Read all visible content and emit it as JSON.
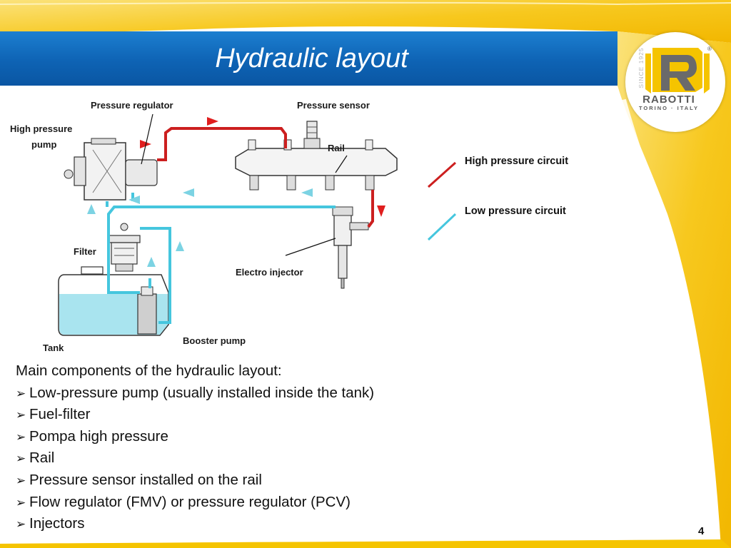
{
  "slide": {
    "title": "Hydraulic layout",
    "page_number": "4"
  },
  "logo": {
    "name": "RABOTTI",
    "subtitle": "TORINO · ITALY",
    "since": "SINCE 1925",
    "registered": "®"
  },
  "colors": {
    "banner_blue": "#0e63b4",
    "accent_yellow": "#f5c400",
    "high_pressure": "#cc1f1f",
    "low_pressure": "#45c6de"
  },
  "diagram": {
    "labels": {
      "high_pressure_pump_line1": "High pressure",
      "high_pressure_pump_line2": "pump",
      "pressure_regulator": "Pressure regulator",
      "pressure_sensor": "Pressure sensor",
      "rail": "Rail",
      "filter": "Filter",
      "electro_injector": "Electro injector",
      "tank": "Tank",
      "booster_pump": "Booster pump"
    },
    "legend": {
      "high_pressure_circuit": "High pressure circuit",
      "low_pressure_circuit": "Low pressure circuit"
    }
  },
  "components": {
    "heading": "Main components of the hydraulic layout:",
    "items": [
      "Low-pressure pump (usually installed inside the tank)",
      "Fuel-filter",
      "Pompa high pressure",
      "Rail",
      "Pressure sensor installed on the rail",
      "Flow regulator (FMV) or pressure regulator (PCV)",
      "Injectors"
    ]
  }
}
